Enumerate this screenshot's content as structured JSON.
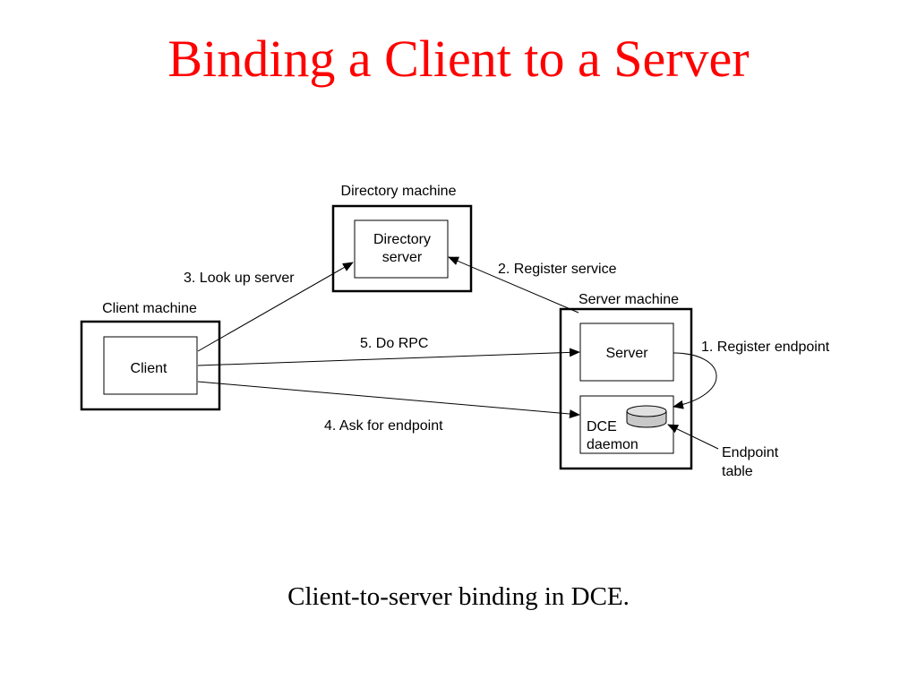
{
  "title": "Binding a Client to a Server",
  "caption": "Client-to-server binding in DCE.",
  "colors": {
    "title": "#ff0000",
    "ink": "#000000"
  },
  "diagram": {
    "directory_machine": {
      "label": "Directory machine",
      "inner_label_line1": "Directory",
      "inner_label_line2": "server"
    },
    "client_machine": {
      "label": "Client machine",
      "inner_label": "Client"
    },
    "server_machine": {
      "label": "Server machine",
      "server_label": "Server",
      "daemon_label_line1": "DCE",
      "daemon_label_line2": "daemon",
      "endpoint_table_icon": "database-cylinder-icon"
    },
    "steps": {
      "step1": "1. Register endpoint",
      "step2": "2. Register service",
      "step3": "3. Look up server",
      "step4": "4. Ask for endpoint",
      "step5": "5. Do RPC"
    },
    "endpoint_label_line1": "Endpoint",
    "endpoint_label_line2": "table"
  }
}
